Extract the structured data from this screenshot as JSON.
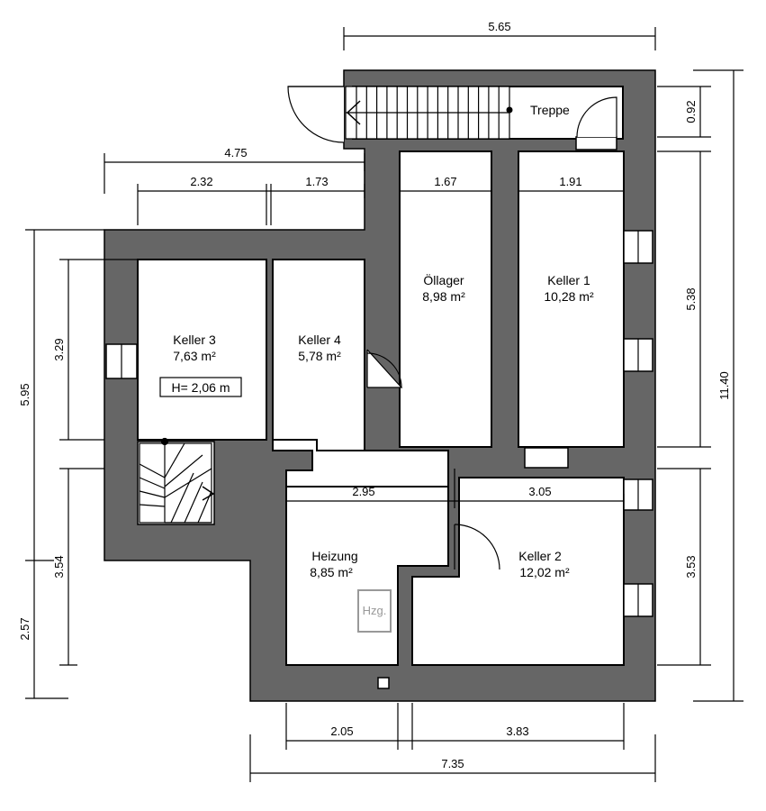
{
  "rooms": {
    "keller3": {
      "name": "Keller 3",
      "area": "7,63 m²",
      "height": "H= 2,06 m"
    },
    "keller4": {
      "name": "Keller 4",
      "area": "5,78 m²"
    },
    "oellager": {
      "name": "Öllager",
      "area": "8,98 m²"
    },
    "keller1": {
      "name": "Keller 1",
      "area": "10,28 m²"
    },
    "heizung": {
      "name": "Heizung",
      "area": "8,85 m²",
      "equipment": "Hzg."
    },
    "keller2": {
      "name": "Keller 2",
      "area": "12,02 m²"
    },
    "treppe": {
      "name": "Treppe"
    }
  },
  "dimensions": {
    "top_width": "5.65",
    "width_475": "4.75",
    "width_232": "2.32",
    "width_173": "1.73",
    "oellager_width": "1.67",
    "keller1_width": "1.91",
    "heizung_width": "2.95",
    "keller2_width": "3.05",
    "bottom_205": "2.05",
    "bottom_383": "3.83",
    "bottom_total": "7.35",
    "right_092": "0.92",
    "right_538": "5.38",
    "right_353": "3.53",
    "right_total": "11.40",
    "left_595": "5.95",
    "left_329": "3.29",
    "left_354": "3.54",
    "left_257": "2.57"
  },
  "colors": {
    "wall": "#666666"
  }
}
